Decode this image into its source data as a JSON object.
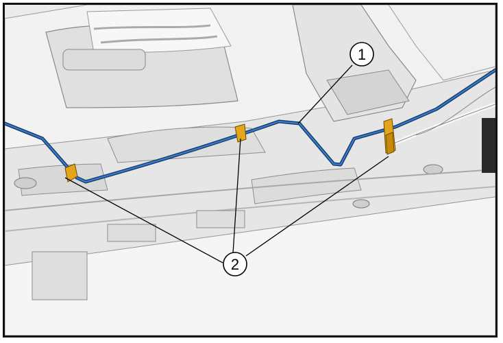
{
  "figure": {
    "callouts": [
      {
        "label": "1",
        "name": "brake-line"
      },
      {
        "label": "2",
        "name": "line-clip"
      }
    ],
    "colors": {
      "line": "#2563a6",
      "clip": "#e2a51b",
      "panel": "#ececec",
      "frame": "#111111"
    }
  }
}
